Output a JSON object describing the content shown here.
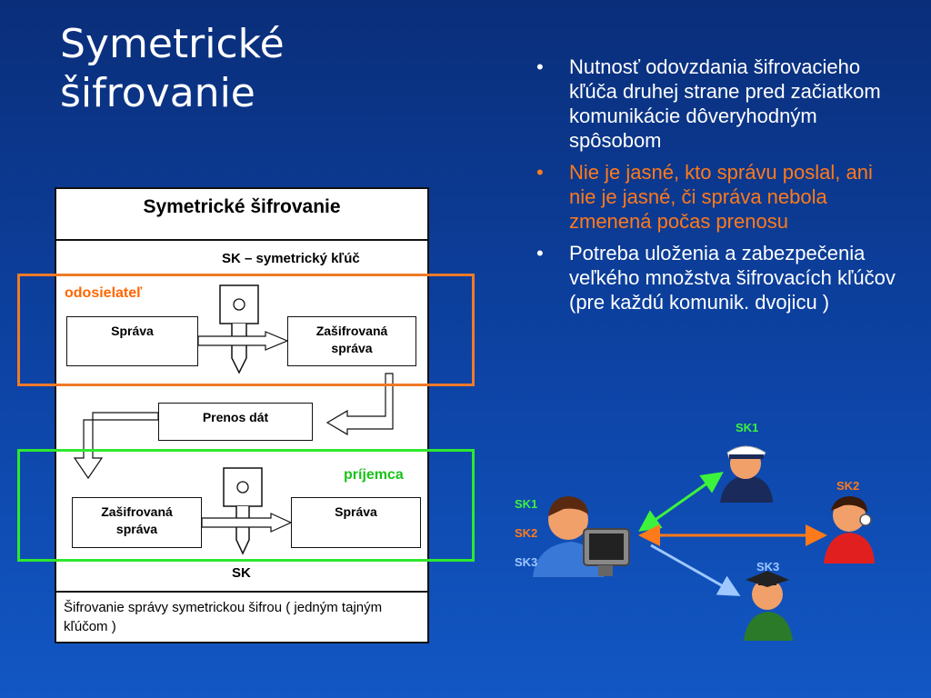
{
  "slide": {
    "title_line1": "Symetrické",
    "title_line2": "šifrovanie",
    "bullet_char": "•",
    "bullets": [
      {
        "text": "Nutnosť odovzdania šifrovacieho kľúča druhej strane pred začiatkom komunikácie dôveryhodným spôsobom",
        "highlight": false
      },
      {
        "text": "Nie je jasné, kto správu poslal, ani nie je jasné, či správa nebola zmenená počas prenosu",
        "highlight": true
      },
      {
        "text": "Potreba uloženia a zabezpečenia veľkého množstva šifrovacích kľúčov (pre každú komunik. dvojicu )",
        "highlight": false
      }
    ]
  },
  "diagram": {
    "title": "Symetrické šifrovanie",
    "key_label": "SK – symetrický kľúč",
    "sender_label": "odosielateľ",
    "receiver_label": "príjemca",
    "sender_message": "Správa",
    "sender_encrypted_line1": "Zašifrovaná",
    "sender_encrypted_line2": "správa",
    "transfer": "Prenos dát",
    "receiver_encrypted_line1": "Zašifrovaná",
    "receiver_encrypted_line2": "správa",
    "receiver_message": "Správa",
    "bottom_key": "SK",
    "caption": "Šifrovanie správy symetrickou šifrou ( jedným tajným kľúčom )"
  },
  "people": {
    "sk1_top": "SK1",
    "sk2_right": "SK2",
    "sk3_bottom": "SK3",
    "user_keys": [
      "SK1",
      "SK2",
      "SK3"
    ],
    "colors": {
      "sk1": "#3df23d",
      "sk2": "#ff7a1a",
      "sk3": "#9ec8ff"
    }
  },
  "colors": {
    "sender_frame": "#f07a28",
    "receiver_frame": "#2ee82e",
    "highlight_text": "#ff7a1a"
  }
}
